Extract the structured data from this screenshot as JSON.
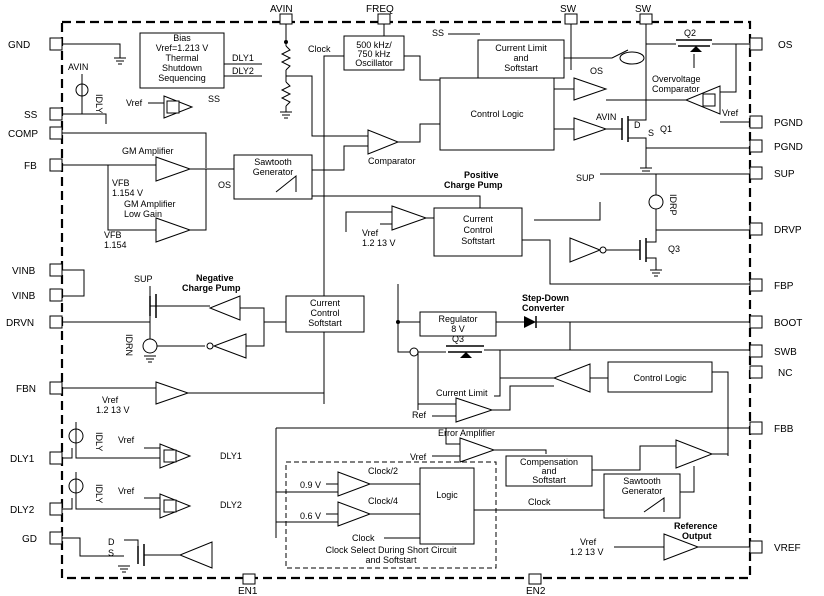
{
  "pins": {
    "left": [
      "GND",
      "SS",
      "COMP",
      "FB",
      "VINB",
      "VINB",
      "DRVN",
      "FBN",
      "DLY1",
      "DLY2",
      "GD"
    ],
    "right": [
      "OS",
      "PGND",
      "PGND",
      "SUP",
      "DRVP",
      "FBP",
      "BOOT",
      "SWB",
      "NC",
      "FBB",
      "VREF"
    ],
    "top": [
      "AVIN",
      "FREQ",
      "SW",
      "SW"
    ],
    "bottom": [
      "EN1",
      "EN2"
    ]
  },
  "blocks": {
    "bias": [
      "Bias",
      "Vref=1.213 V",
      "Thermal",
      "Shutdown",
      "Sequencing"
    ],
    "oscillator": [
      "500 kHz/",
      "750 kHz",
      "Oscillator"
    ],
    "current_limit_top": [
      "Current Limit",
      "and",
      "Softstart"
    ],
    "control_logic_main": "Control Logic",
    "sawtooth_main": [
      "Sawtooth",
      "Generator"
    ],
    "current_control_pos": [
      "Current",
      "Control",
      "Softstart"
    ],
    "current_control_neg": [
      "Current",
      "Control",
      "Softstart"
    ],
    "regulator": [
      "Regulator",
      "8 V"
    ],
    "control_logic_buck": "Control Logic",
    "compensation": [
      "Compensation",
      "and",
      "Softstart"
    ],
    "sawtooth_buck": [
      "Sawtooth",
      "Generator"
    ],
    "logic": "Logic"
  },
  "labels": {
    "avin_src": "AVIN",
    "vref_ss": "Vref",
    "ss_out": "SS",
    "dly1_net": "DLY1",
    "dly2_net": "DLY2",
    "clock_net": "Clock",
    "ss_net": "SS",
    "os_comp": "OS",
    "overvoltage": [
      "Overvoltage",
      "Comparator"
    ],
    "vref_ov": "Vref",
    "avin_q1": "AVIN",
    "q1_d": "D",
    "q1_s": "S",
    "q1": "Q1",
    "q2": "Q2",
    "gm_amp": "GM Amplifier",
    "vfb1": [
      "VFB",
      "1.154 V"
    ],
    "gm_amp_low": [
      "GM Amplifier",
      "Low Gain"
    ],
    "vfb2": [
      "VFB",
      "1.154"
    ],
    "os_saw": "OS",
    "comparator": "Comparator",
    "pos_pump": [
      "Positive",
      "Charge Pump"
    ],
    "sup_net": "SUP",
    "vref_pos": [
      "Vref",
      "1.2 13 V"
    ],
    "idrp": "IDRP",
    "q3_pos": "Q3",
    "neg_pump": [
      "Negative",
      "Charge Pump"
    ],
    "sup_neg": "SUP",
    "idrn": "IDRN",
    "vref_fbn": [
      "Vref",
      "1.2 13 V"
    ],
    "step_down": [
      "Step-Down",
      "Converter"
    ],
    "q3_buck": "Q3",
    "current_limit_buck": "Current Limit",
    "ref": "Ref",
    "error_amp": "Error Amplifier",
    "vref_err": "Vref",
    "vref_dly1": "Vref",
    "vref_dly2": "Vref",
    "idly": "IDLY",
    "dly1_out": "DLY1",
    "dly2_out": "DLY2",
    "clock2": "Clock/2",
    "clock4": "Clock/4",
    "v09": "0.9 V",
    "v06": "0.6 V",
    "clock_in": "Clock",
    "clock_out": "Clock",
    "clock_select": [
      "Clock Select During Short Circuit",
      "and Softstart"
    ],
    "gd_d": "D",
    "gd_s": "S",
    "vref_out": [
      "Vref",
      "1.2 13 V"
    ],
    "ref_output": [
      "Reference",
      "Output"
    ]
  }
}
